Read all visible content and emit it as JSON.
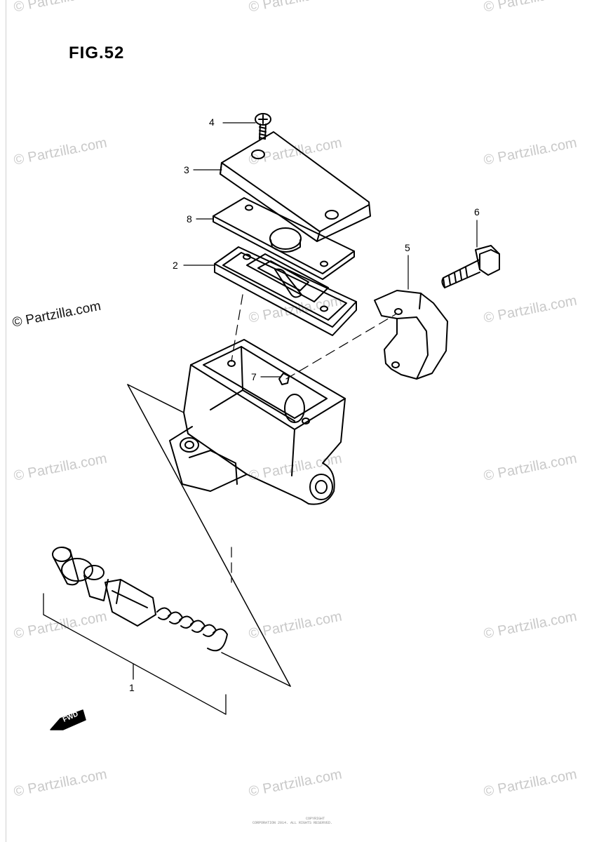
{
  "figure": {
    "title": "FIG.52"
  },
  "watermark": {
    "text": "© Partzilla.com",
    "prominent_text": "© Partzilla.com"
  },
  "callouts": [
    {
      "id": "c4",
      "label": "4"
    },
    {
      "id": "c3",
      "label": "3"
    },
    {
      "id": "c8",
      "label": "8"
    },
    {
      "id": "c2",
      "label": "2"
    },
    {
      "id": "c6",
      "label": "6"
    },
    {
      "id": "c5",
      "label": "5"
    },
    {
      "id": "c7",
      "label": "7"
    },
    {
      "id": "c1",
      "label": "1"
    }
  ],
  "fwd_label": "FWD",
  "footer": {
    "line1": "COPYRIGHT",
    "line2": "CORPORATION 2014. ALL RIGHTS RESERVED."
  }
}
